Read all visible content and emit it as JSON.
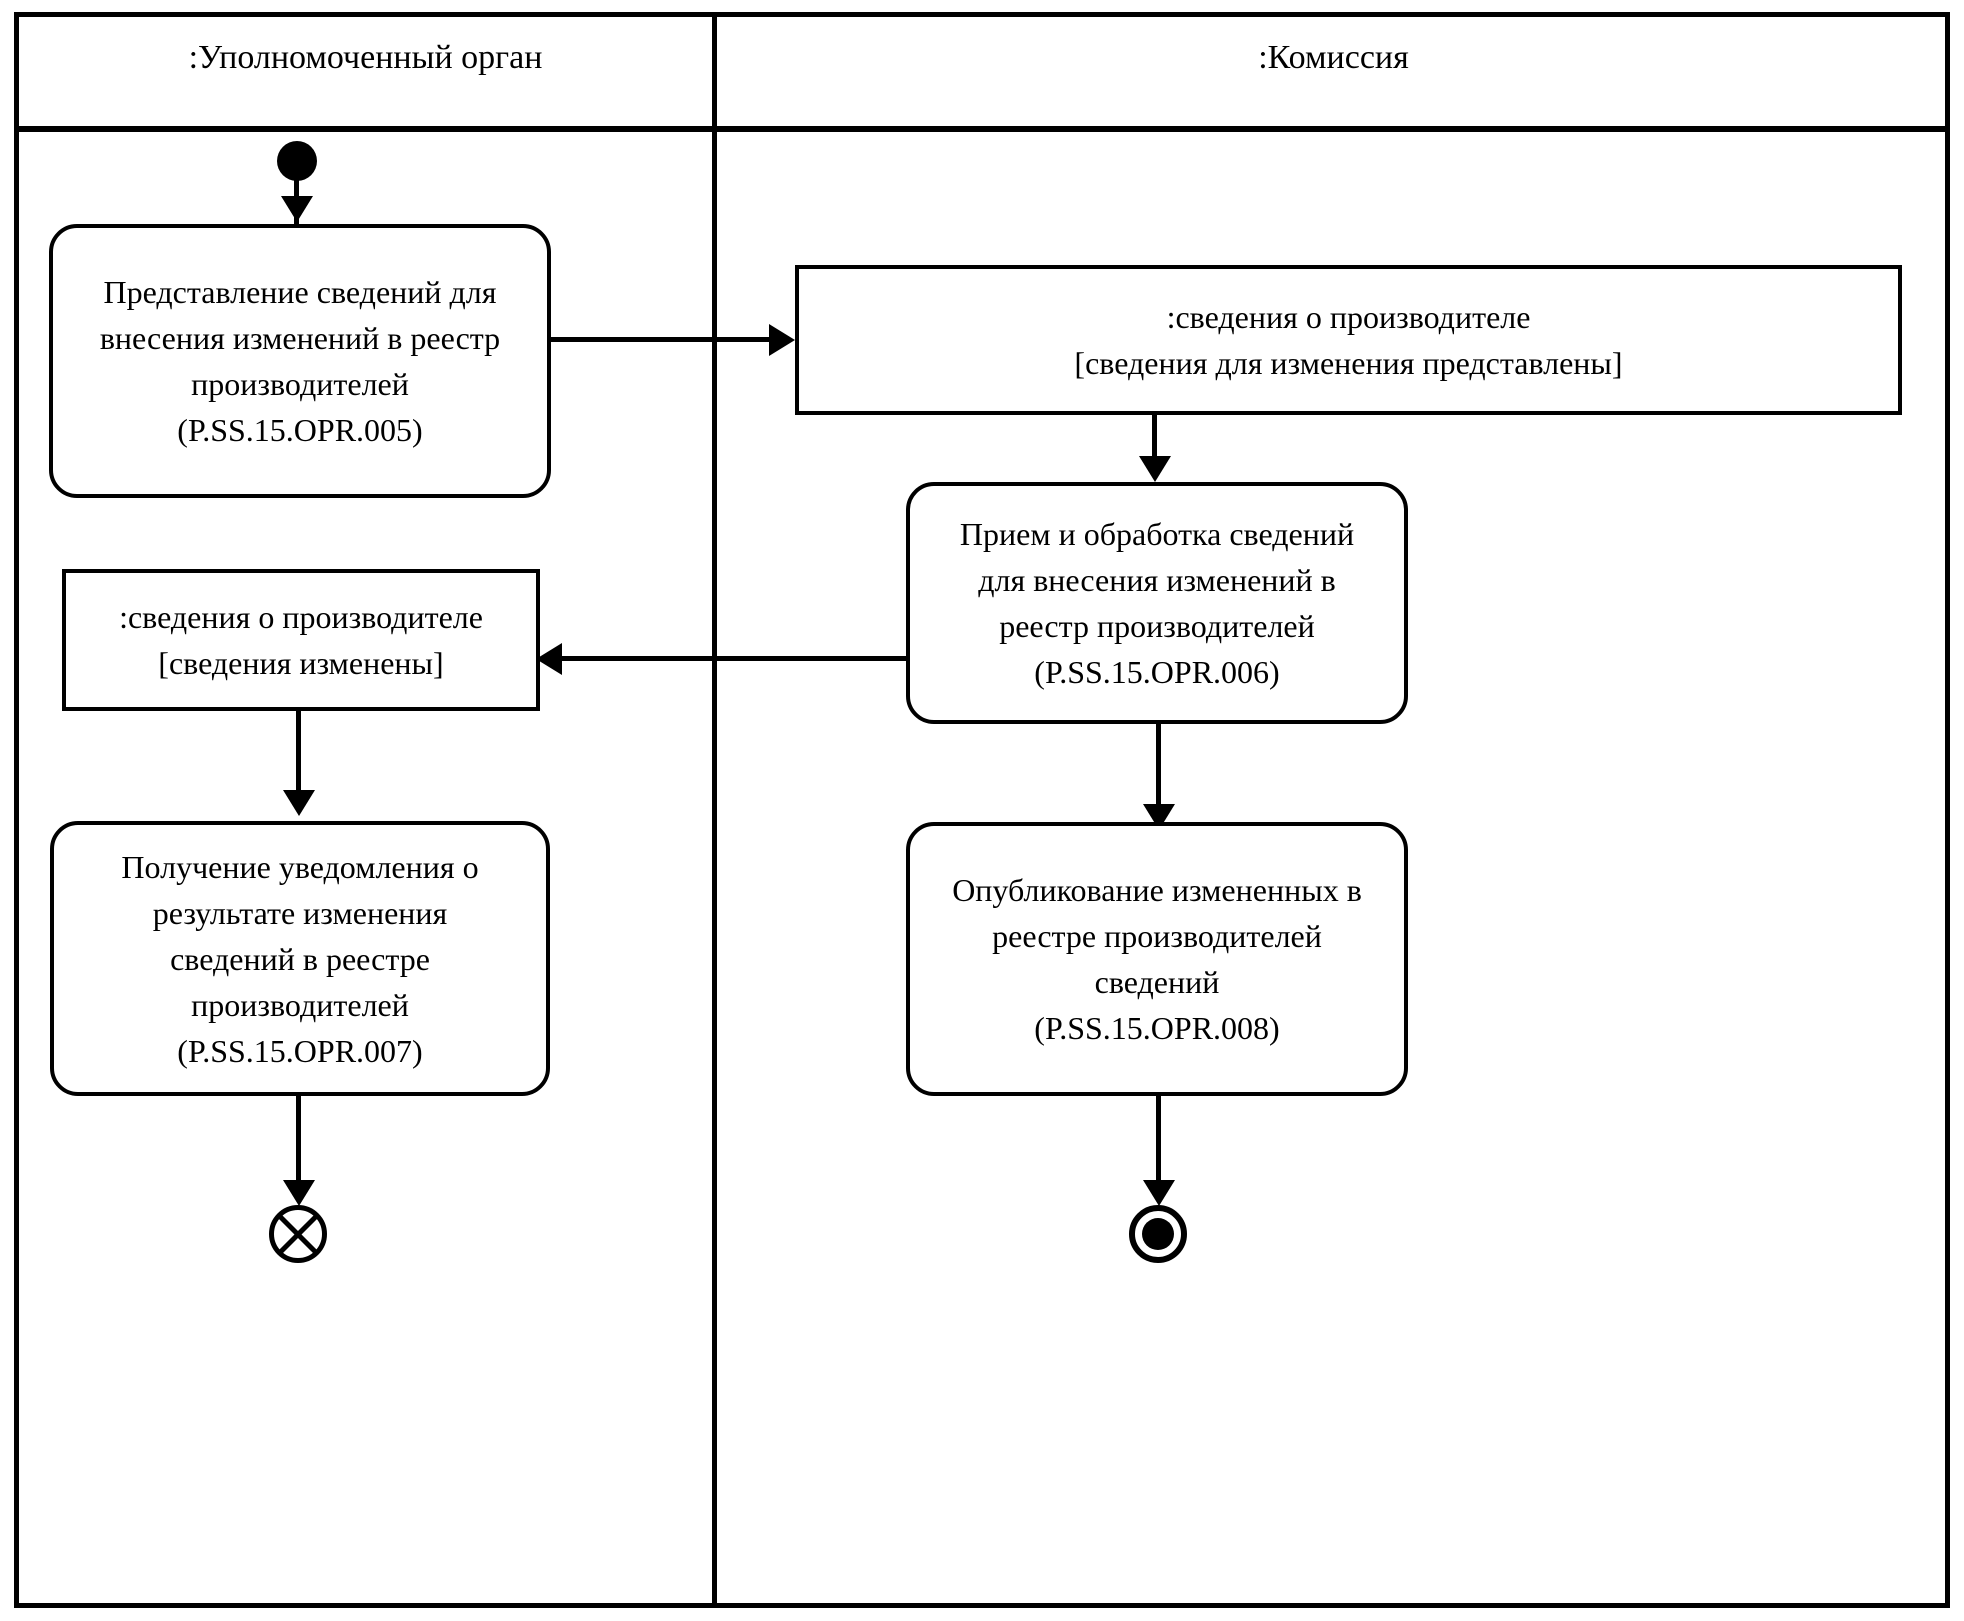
{
  "diagram": {
    "type": "uml-activity-diagram",
    "lanes": [
      {
        "id": "left",
        "title": ":Уполномоченный орган"
      },
      {
        "id": "right",
        "title": ":Комиссия"
      }
    ],
    "nodes": {
      "initial": {
        "kind": "initial-node",
        "lane": "left"
      },
      "activity_005": {
        "kind": "activity",
        "lane": "left",
        "text": "Представление сведений для\nвнесения изменений в реестр\nпроизводителей\n(P.SS.15.OPR.005)",
        "code": "P.SS.15.OPR.005"
      },
      "object_presented": {
        "kind": "object-node",
        "lane": "right",
        "text": ":сведения о производителе\n[сведения для изменения представлены]",
        "name": ":сведения о производителе",
        "state": "[сведения для изменения представлены]"
      },
      "activity_006": {
        "kind": "activity",
        "lane": "right",
        "text": "Прием и обработка сведений\nдля внесения изменений в\nреестр производителей\n(P.SS.15.OPR.006)",
        "code": "P.SS.15.OPR.006"
      },
      "object_changed": {
        "kind": "object-node",
        "lane": "left",
        "text": ":сведения о производителе\n[сведения изменены]",
        "name": ":сведения о производителе",
        "state": "[сведения изменены]"
      },
      "activity_007": {
        "kind": "activity",
        "lane": "left",
        "text": "Получение уведомления о\nрезультате изменения\nсведений в реестре\nпроизводителей\n(P.SS.15.OPR.007)",
        "code": "P.SS.15.OPR.007"
      },
      "activity_008": {
        "kind": "activity",
        "lane": "right",
        "text": "Опубликование измененных в\nреестре производителей\nсведений\n(P.SS.15.OPR.008)",
        "code": "P.SS.15.OPR.008"
      },
      "flow_final": {
        "kind": "flow-final-node",
        "lane": "left"
      },
      "final": {
        "kind": "activity-final-node",
        "lane": "right"
      }
    },
    "edges": [
      {
        "from": "initial",
        "to": "activity_005",
        "direction": "down"
      },
      {
        "from": "activity_005",
        "to": "object_presented",
        "direction": "right"
      },
      {
        "from": "object_presented",
        "to": "activity_006",
        "direction": "down"
      },
      {
        "from": "activity_006",
        "to": "object_changed",
        "direction": "left"
      },
      {
        "from": "activity_006",
        "to": "activity_008",
        "direction": "down"
      },
      {
        "from": "object_changed",
        "to": "activity_007",
        "direction": "down"
      },
      {
        "from": "activity_007",
        "to": "flow_final",
        "direction": "down"
      },
      {
        "from": "activity_008",
        "to": "final",
        "direction": "down"
      }
    ],
    "colors": {
      "stroke": "#000000",
      "background": "#ffffff"
    }
  }
}
